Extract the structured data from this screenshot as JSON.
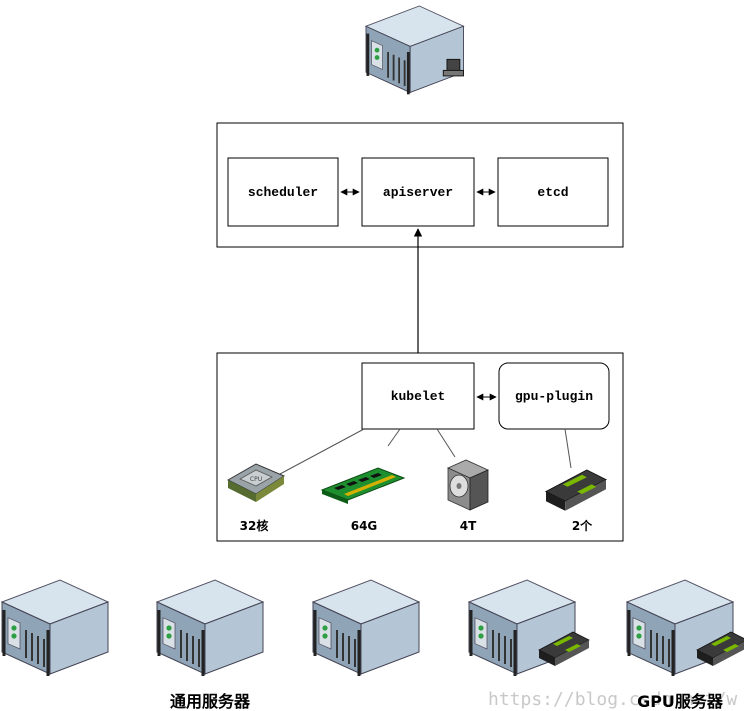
{
  "master": {
    "components": {
      "scheduler": "scheduler",
      "apiserver": "apiserver",
      "etcd": "etcd"
    }
  },
  "node": {
    "kubelet": "kubelet",
    "gpu_plugin": "gpu-plugin",
    "resources": {
      "cpu": "32核",
      "memory": "64G",
      "disk": "4T",
      "gpu": "2个"
    }
  },
  "server_groups": {
    "general": "通用服务器",
    "gpu": "GPU服务器"
  },
  "watermark": "https://blog.csdn.net/w"
}
